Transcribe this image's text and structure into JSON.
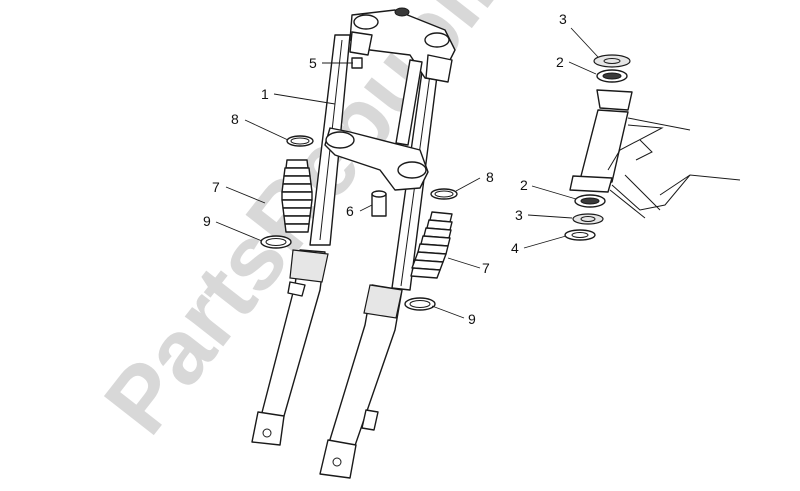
{
  "watermark": "PartsRepublik",
  "callouts": {
    "c1": "1",
    "c2a": "2",
    "c2b": "2",
    "c3a": "3",
    "c3b": "3",
    "c4": "4",
    "c5": "5",
    "c6": "6",
    "c7a": "7",
    "c7b": "7",
    "c8a": "8",
    "c8b": "8",
    "c9a": "9",
    "c9b": "9"
  }
}
